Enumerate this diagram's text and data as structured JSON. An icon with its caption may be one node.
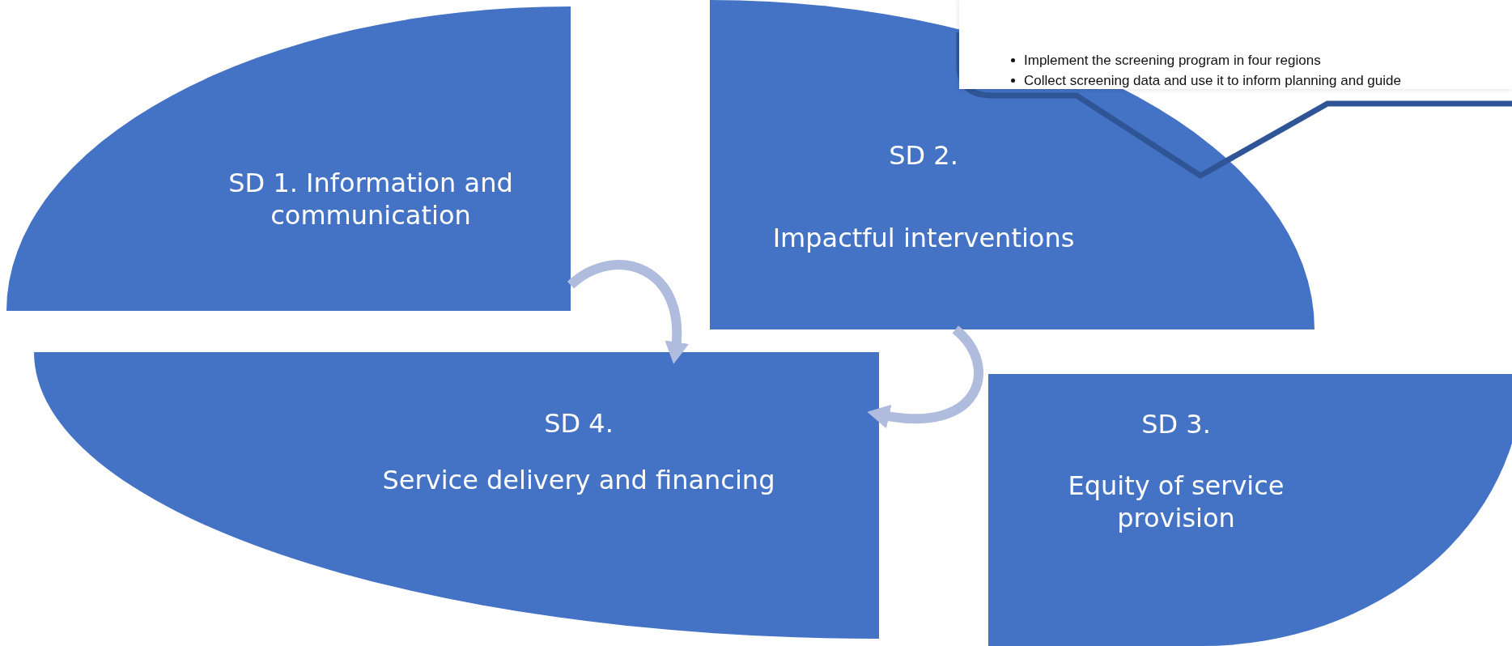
{
  "diagram": {
    "nodes": [
      {
        "text": [
          "SD 1. Information and communication"
        ]
      },
      {
        "text": [
          "SD 2.",
          "Impactful interventions"
        ]
      },
      {
        "text": [
          "SD 4.",
          "Service delivery and financing"
        ]
      },
      {
        "text": [
          "SD 3.",
          "Equity of service provision"
        ]
      },
      {
        "text": [
          "Implement the screening program in four regions",
          "Collect screening data and use it to inform planning and guide"
        ]
      }
    ],
    "edges": [
      {
        "from": 0,
        "to": 2,
        "arrow": "to"
      },
      {
        "from": 1,
        "to": 2,
        "arrow": "to"
      }
    ]
  }
}
